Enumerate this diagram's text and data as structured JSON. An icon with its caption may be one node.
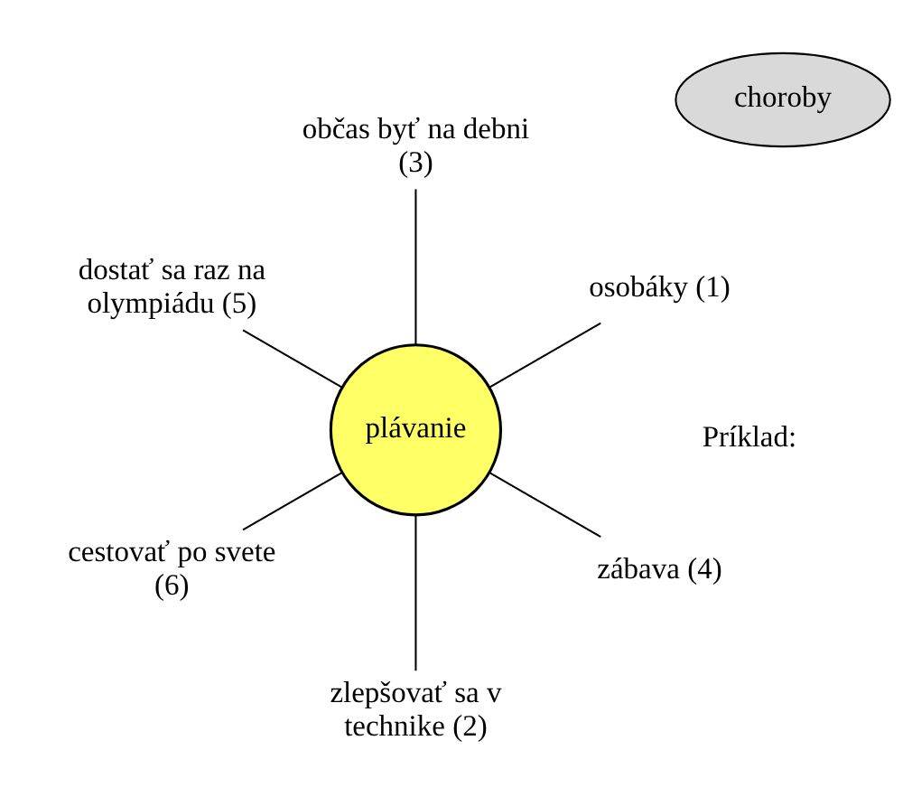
{
  "diagram": {
    "nodes": [
      {
        "text": [
          "osobáky (1)"
        ]
      },
      {
        "text": [
          "občas byť na debni (3)"
        ]
      },
      {
        "text": [
          "dostať sa raz na olympiádu (5)"
        ]
      },
      {
        "text": [
          "plávanie"
        ]
      },
      {
        "text": [
          "cestovať po svete (6)"
        ]
      },
      {
        "text": [
          "zlepšovať sa v technike (2)"
        ]
      },
      {
        "text": [
          "zábava (4)"
        ]
      },
      {
        "text": [
          "choroby"
        ]
      }
    ],
    "edges": [
      {
        "from": 3,
        "to": 0,
        "arrow": "none"
      },
      {
        "from": 3,
        "to": 1,
        "arrow": "none"
      },
      {
        "from": 3,
        "to": 2,
        "arrow": "none"
      },
      {
        "from": 3,
        "to": 4,
        "arrow": "none"
      },
      {
        "from": 3,
        "to": 5,
        "arrow": "none"
      },
      {
        "from": 3,
        "to": 6,
        "arrow": "none"
      }
    ],
    "labels": [
      "Príklad:"
    ]
  }
}
